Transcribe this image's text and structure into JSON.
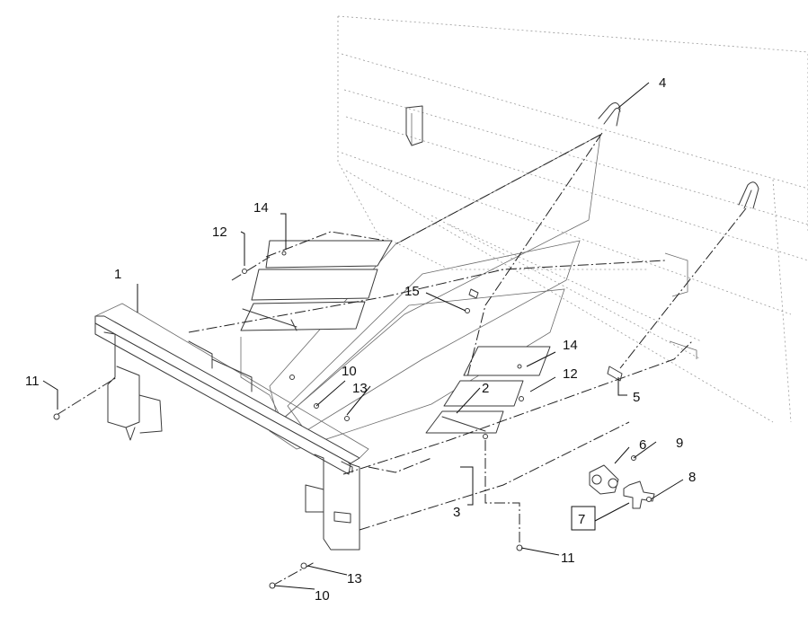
{
  "callouts": [
    "1",
    "2",
    "3",
    "4",
    "5",
    "6",
    "7",
    "8",
    "9",
    "10",
    "11",
    "12",
    "13",
    "14",
    "15"
  ],
  "labels": {
    "c1": "1",
    "c2": "2",
    "c3": "3",
    "c4": "4",
    "c5": "5",
    "c6": "6",
    "c7": "7",
    "c8": "8",
    "c9": "9",
    "c10a": "10",
    "c10b": "10",
    "c11a": "11",
    "c11b": "11",
    "c12a": "12",
    "c12b": "12",
    "c13a": "13",
    "c13b": "13",
    "c14a": "14",
    "c14b": "14",
    "c15": "15"
  }
}
